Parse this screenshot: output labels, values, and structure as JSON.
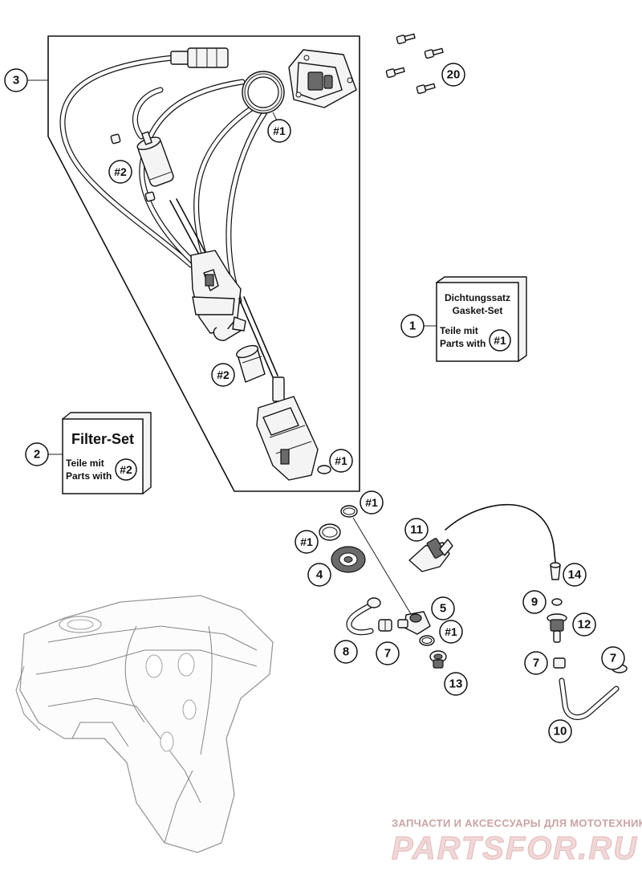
{
  "callouts": {
    "c1": "1",
    "c2": "2",
    "c3": "3",
    "c4": "4",
    "c5": "5",
    "c7a": "7",
    "c7b": "7",
    "c7c": "7",
    "c8": "8",
    "c9": "9",
    "c10": "10",
    "c11": "11",
    "c12": "12",
    "c13": "13",
    "c14": "14",
    "c20": "20"
  },
  "refs": {
    "r1_top": "#1",
    "r1_filter": "#1",
    "r1_a": "#1",
    "r1_b": "#1",
    "r1_c": "#1",
    "r2_pump": "#2",
    "r2_mid": "#2"
  },
  "gasket_box": {
    "line1": "Dichtungssatz",
    "line2": "Gasket-Set",
    "line3": "Teile mit",
    "line4": "Parts with",
    "ref": "#1"
  },
  "filter_box": {
    "title": "Filter-Set",
    "line1": "Teile mit",
    "line2": "Parts with",
    "ref": "#2"
  },
  "watermark": {
    "line1": "ЗАПЧАСТИ И АКСЕССУАРЫ ДЛЯ МОТОТЕХНИКИ",
    "line2": "PARTSFOR.RU"
  }
}
